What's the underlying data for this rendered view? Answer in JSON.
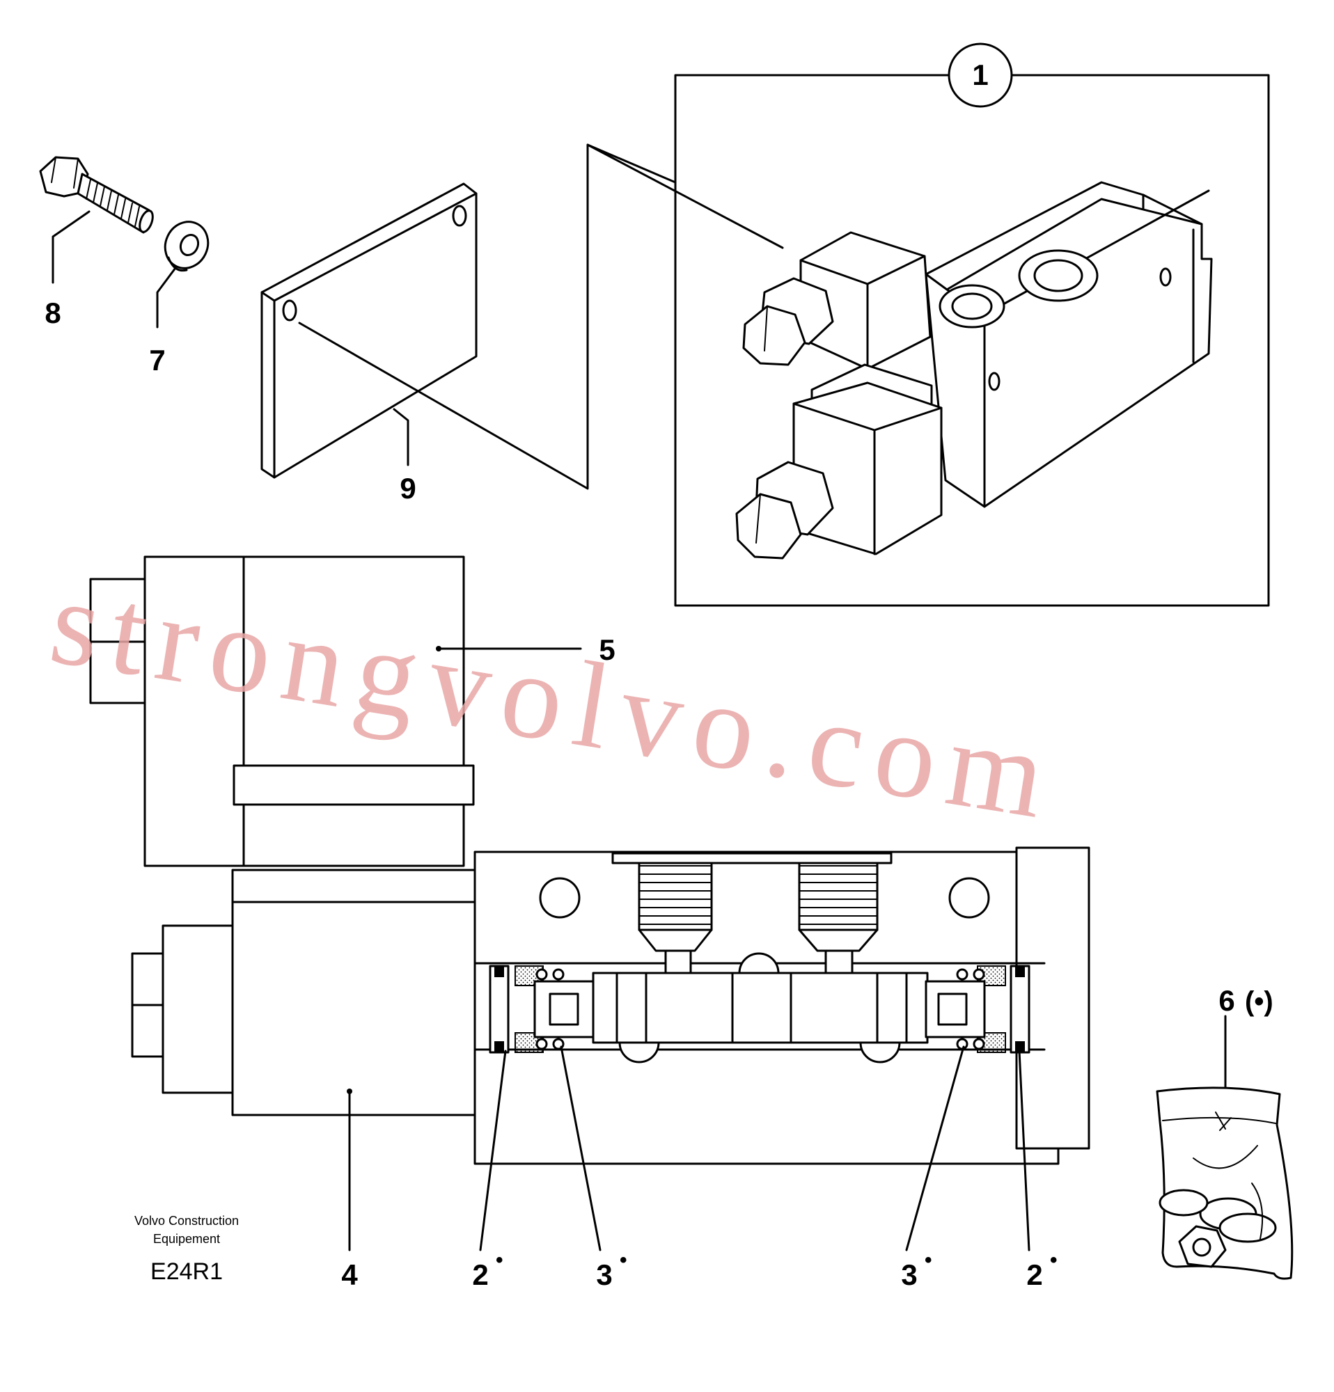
{
  "callouts": {
    "c1": "1",
    "c2_left": "2",
    "c2_right": "2",
    "c3_left": "3",
    "c3_right": "3",
    "c4": "4",
    "c5": "5",
    "c6": "6",
    "c6_mark": "(•)",
    "c7": "7",
    "c8": "8",
    "c9": "9",
    "spare_mark": "•"
  },
  "caption": {
    "line1": "Volvo Construction",
    "line2": "Equipement",
    "code": "E24R1"
  },
  "watermark": "strongvolvo.com",
  "colors": {
    "ink": "#000000",
    "watermark": "#e9a6a6"
  }
}
